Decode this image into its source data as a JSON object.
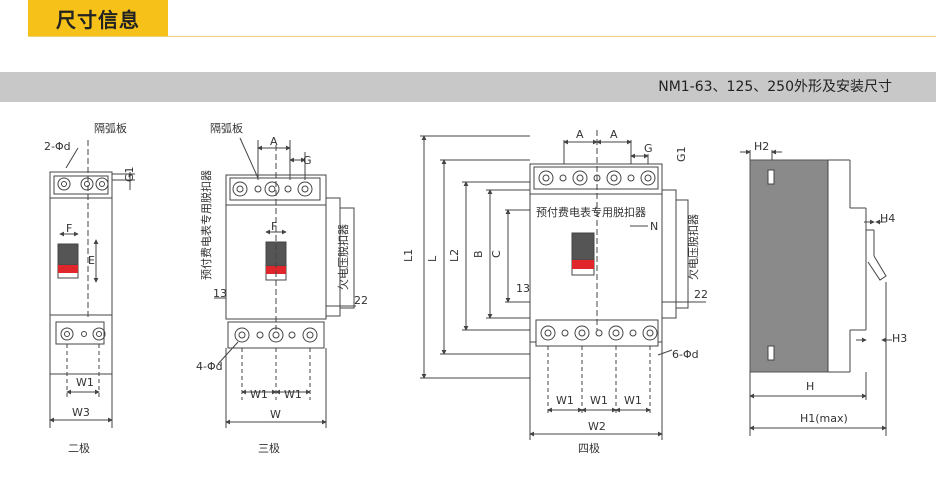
{
  "header": {
    "title": "尺寸信息"
  },
  "band": {
    "title": "NM1-63、125、250外形及安装尺寸"
  },
  "labels": {
    "arc_plate": "隔弧板",
    "two_phi_d": "2-Φd",
    "four_phi_d": "4-Φd",
    "six_phi_d": "6-Φd",
    "prepay": "预付费电表专用脱扣器",
    "undervolt": "欠电压脱扣器",
    "N": "N",
    "A": "A",
    "G": "G",
    "G1": "G1",
    "F": "F",
    "E": "E",
    "B": "B",
    "C": "C",
    "L": "L",
    "L1": "L1",
    "L2": "L2",
    "W": "W",
    "W1": "W1",
    "W2": "W2",
    "W3": "W3",
    "H": "H",
    "H1": "H1(max)",
    "H2": "H2",
    "H3": "H3",
    "H4": "H4",
    "d13": "13",
    "d22": "22"
  },
  "captions": {
    "two_pole": "二极",
    "three_pole": "三极",
    "four_pole": "四极"
  },
  "colors": {
    "accent": "#f6c21a",
    "band": "#c8c8c8",
    "handle_red": "#e0262b",
    "side_gray": "#8a8a8a",
    "line": "#444444"
  }
}
